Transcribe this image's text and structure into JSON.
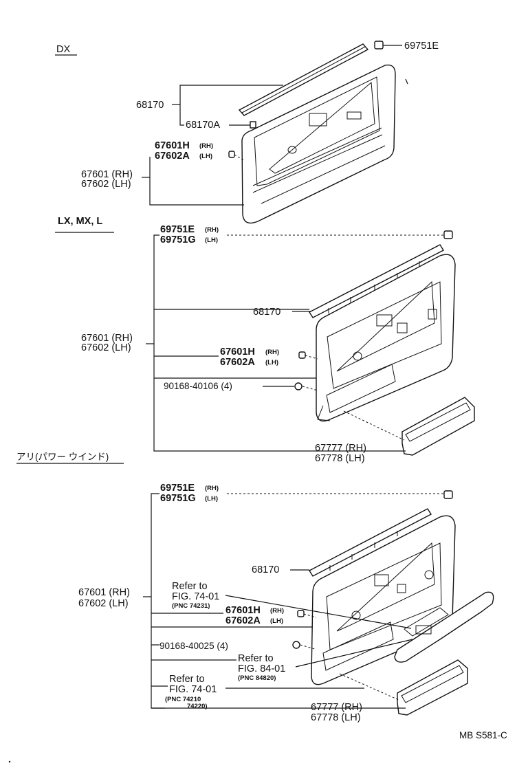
{
  "footer_code": "MB  S581-C",
  "sections": [
    {
      "heading": "DX",
      "labels": {
        "clip_top": "69751E",
        "group_68170": "68170",
        "molding": "68170A",
        "screw_a": "67601H",
        "screw_a_side": "(RH)",
        "screw_b": "67602A",
        "screw_b_side": "(LH)",
        "board_rh": "67601 (RH)",
        "board_lh": "67602 (LH)"
      }
    },
    {
      "heading": "LX, MX, L",
      "labels": {
        "clip_a": "69751E",
        "clip_a_side": "(RH)",
        "clip_b": "69751G",
        "clip_b_side": "(LH)",
        "weatherstrip": "68170",
        "board_rh": "67601 (RH)",
        "board_lh": "67602 (LH)",
        "screw_a": "67601H",
        "screw_a_side": "(RH)",
        "screw_b": "67602A",
        "screw_b_side": "(LH)",
        "bolt": "90168-40106 (4)",
        "pocket_rh": "67777 (RH)",
        "pocket_lh": "67778 (LH)"
      }
    },
    {
      "heading": "アリ(パワー ウインド)",
      "labels": {
        "clip_a": "69751E",
        "clip_a_side": "(RH)",
        "clip_b": "69751G",
        "clip_b_side": "(LH)",
        "weatherstrip": "68170",
        "board_rh": "67601 (RH)",
        "board_lh": "67602 (LH)",
        "ref1_line1": "Refer to",
        "ref1_line2": "FIG. 74-01",
        "ref1_pnc": "(PNC 74231)",
        "screw_a": "67601H",
        "screw_a_side": "(RH)",
        "screw_b": "67602A",
        "screw_b_side": "(LH)",
        "bolt": "90168-40025 (4)",
        "ref2_line1": "Refer to",
        "ref2_line2": "FIG. 84-01",
        "ref2_pnc": "(PNC 84820)",
        "ref3_line1": "Refer to",
        "ref3_line2": "FIG. 74-01",
        "ref3_pnc1": "(PNC 74210",
        "ref3_pnc2": "74220)",
        "pocket_rh": "67777 (RH)",
        "pocket_lh": "67778 (LH)"
      }
    }
  ]
}
